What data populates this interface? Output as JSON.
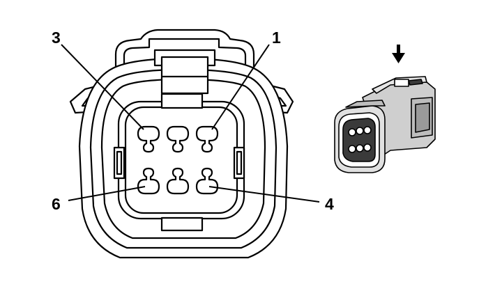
{
  "diagram": {
    "pin_labels": {
      "pin3": "3",
      "pin1": "1",
      "pin6": "6",
      "pin4": "4"
    },
    "line_color": "#000000",
    "body_fill": "#ffffff",
    "shade_light": "#cfcfcf",
    "shade_dark": "#3a3a3a",
    "icons": {
      "face_view": "connector-face-icon",
      "iso_view": "connector-iso-icon",
      "insertion": "arrow-down-icon"
    }
  }
}
